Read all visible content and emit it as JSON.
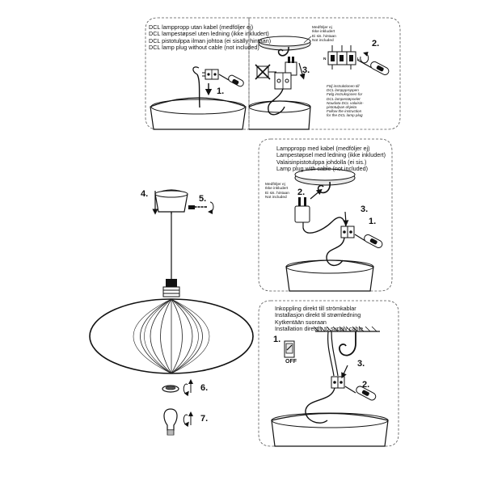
{
  "panel_top_left": {
    "header": [
      "DCL lamppropp utan kabel (medföljer ej)",
      "DCL lampestøpsel uten ledning (ikke inkludert)",
      "DCL pistotulppa ilman johtoa (ei sisälly hintaan)",
      "DCL lamp plug without cable (not included)"
    ],
    "step1": "1."
  },
  "panel_top_right": {
    "not_included": [
      "Medföljer ej",
      "Ikke inkludert",
      "Ei sis. hintaan",
      "Not included"
    ],
    "step2": "2.",
    "step3": "3.",
    "terminal_n": "N",
    "terminal_l": "L",
    "follow_instructions": [
      "Följ instruktionen till",
      "DCL lamppproppen",
      "Følg instruksjonen for",
      "DCL lampestøpselet",
      "Noudata DCL valaisin-",
      "pistotulpan ohjeita",
      "Follow the instruction",
      "for the DCL lamp plug"
    ]
  },
  "panel_middle_right": {
    "header": [
      "Lamppropp med kabel (medföljer ej)",
      "Lampestøpsel med ledning (ikke inkludert)",
      "Valaisinpistotulppa johdolla (ei sis.)",
      "Lamp plug with cable (not included)"
    ],
    "not_included": [
      "Medföljer ej",
      "Ikke inkludert",
      "Ei sis. hintaan",
      "Not included"
    ],
    "step1": "1.",
    "step2": "2.",
    "step3": "3."
  },
  "panel_bottom_right": {
    "header": [
      "Inkoppling direkt till strömkablar",
      "Installasjon direkt til strømledning",
      "Kytkentään suoraan",
      "Installation directly to supply cable"
    ],
    "step1": "1.",
    "off_label": "OFF",
    "step2": "2.",
    "step3": "3."
  },
  "left_lamp": {
    "step4": "4.",
    "step5": "5.",
    "step6": "6.",
    "step7": "7."
  }
}
